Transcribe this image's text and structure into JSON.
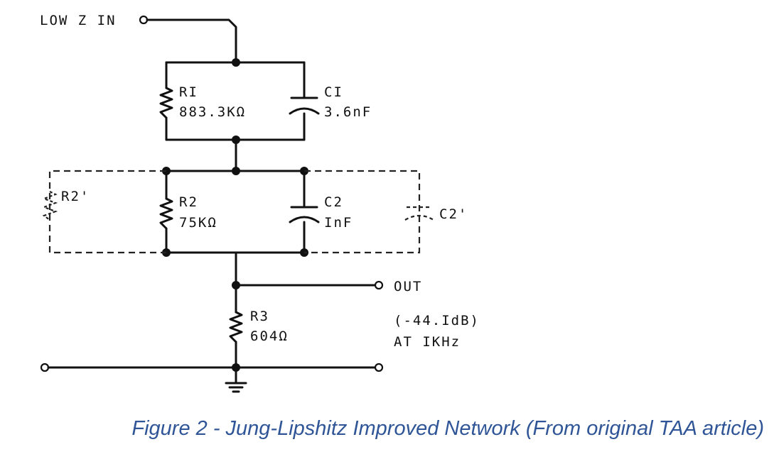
{
  "schematic": {
    "input_label": "LOW Z IN",
    "r1": {
      "ref": "RI",
      "value": "883.3KΩ"
    },
    "c1": {
      "ref": "CI",
      "value": "3.6nF"
    },
    "r2p": {
      "ref": "R2'"
    },
    "r2": {
      "ref": "R2",
      "value": "75KΩ"
    },
    "c2": {
      "ref": "C2",
      "value": "InF"
    },
    "c2p": {
      "ref": "C2'"
    },
    "r3": {
      "ref": "R3",
      "value": "604Ω"
    },
    "output_label": "OUT",
    "attenuation": "(-44.IdB)",
    "frequency": "AT IKHz"
  },
  "caption": "Figure 2 - Jung-Lipshitz Improved Network (From original TAA article)",
  "colors": {
    "caption": "#2f5597",
    "ink": "#111111"
  }
}
